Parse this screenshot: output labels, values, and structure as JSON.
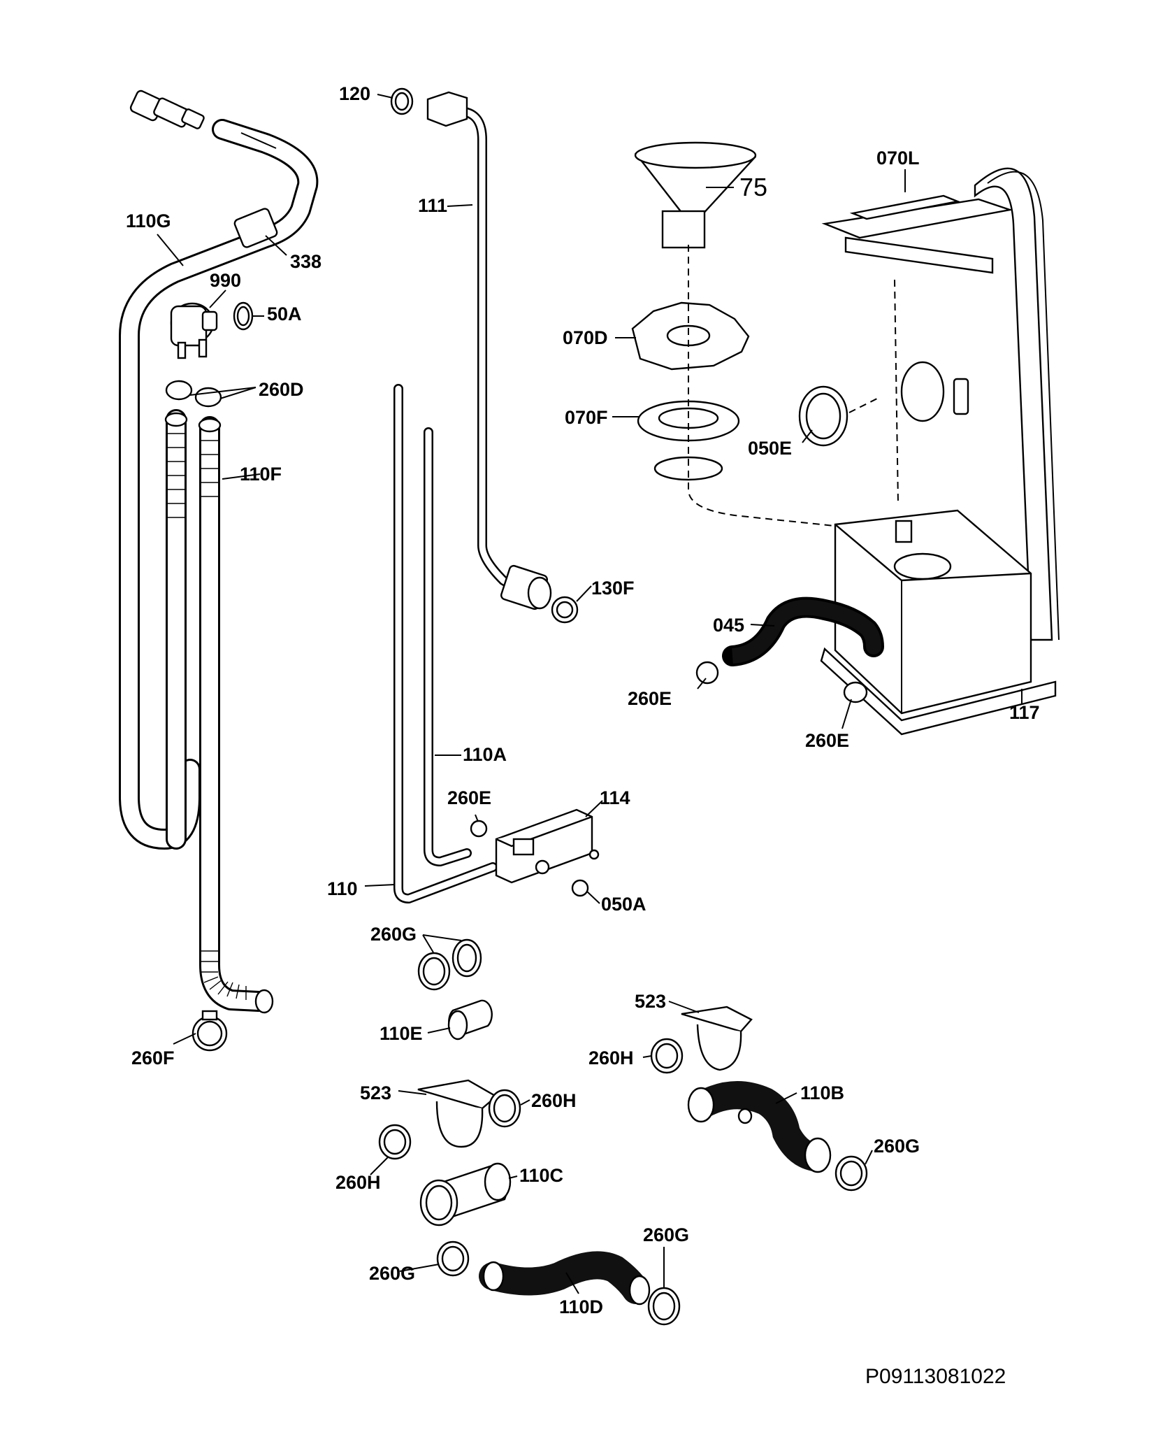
{
  "diagram": {
    "drawing_code": "P09113081022",
    "part_labels": {
      "p120": "120",
      "p111": "111",
      "p75": "75",
      "p070L": "070L",
      "p110G": "110G",
      "p338": "338",
      "p990": "990",
      "p50A": "50A",
      "p070D": "070D",
      "p260D": "260D",
      "p070F": "070F",
      "p050E": "050E",
      "p110F": "110F",
      "p130F": "130F",
      "p045": "045",
      "p260E_a": "260E",
      "p117": "117",
      "p260E_b": "260E",
      "p110A": "110A",
      "p260E_c": "260E",
      "p114": "114",
      "p110": "110",
      "p050A": "050A",
      "p260G_a": "260G",
      "p110E": "110E",
      "p523_a": "523",
      "p260F": "260F",
      "p260H_a": "260H",
      "p523_b": "523",
      "p260H_b": "260H",
      "p110B": "110B",
      "p260H_c": "260H",
      "p260G_b": "260G",
      "p110C": "110C",
      "p260G_c": "260G",
      "p260G_d": "260G",
      "p110D": "110D"
    }
  }
}
